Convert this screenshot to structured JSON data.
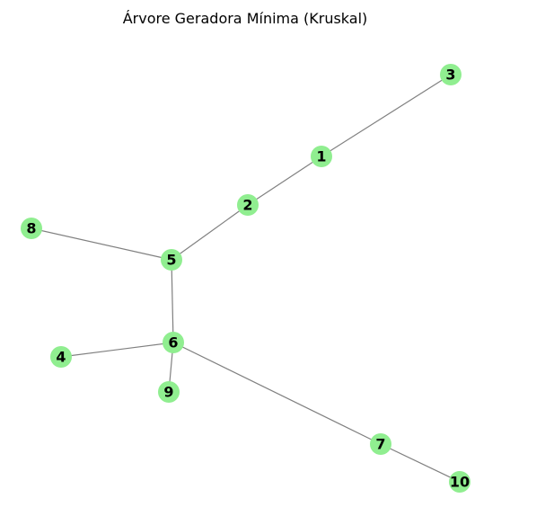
{
  "title": "Árvore Geradora Mínima (Kruskal)",
  "graph": {
    "directed": false,
    "node_color": "#90ee90",
    "edge_color": "#808080",
    "label_color": "#000000",
    "nodes": [
      "1",
      "2",
      "3",
      "4",
      "5",
      "6",
      "7",
      "8",
      "9",
      "10"
    ],
    "edges": [
      [
        "1",
        "3"
      ],
      [
        "1",
        "2"
      ],
      [
        "2",
        "5"
      ],
      [
        "5",
        "8"
      ],
      [
        "5",
        "6"
      ],
      [
        "6",
        "4"
      ],
      [
        "6",
        "9"
      ],
      [
        "6",
        "7"
      ],
      [
        "7",
        "10"
      ]
    ]
  }
}
